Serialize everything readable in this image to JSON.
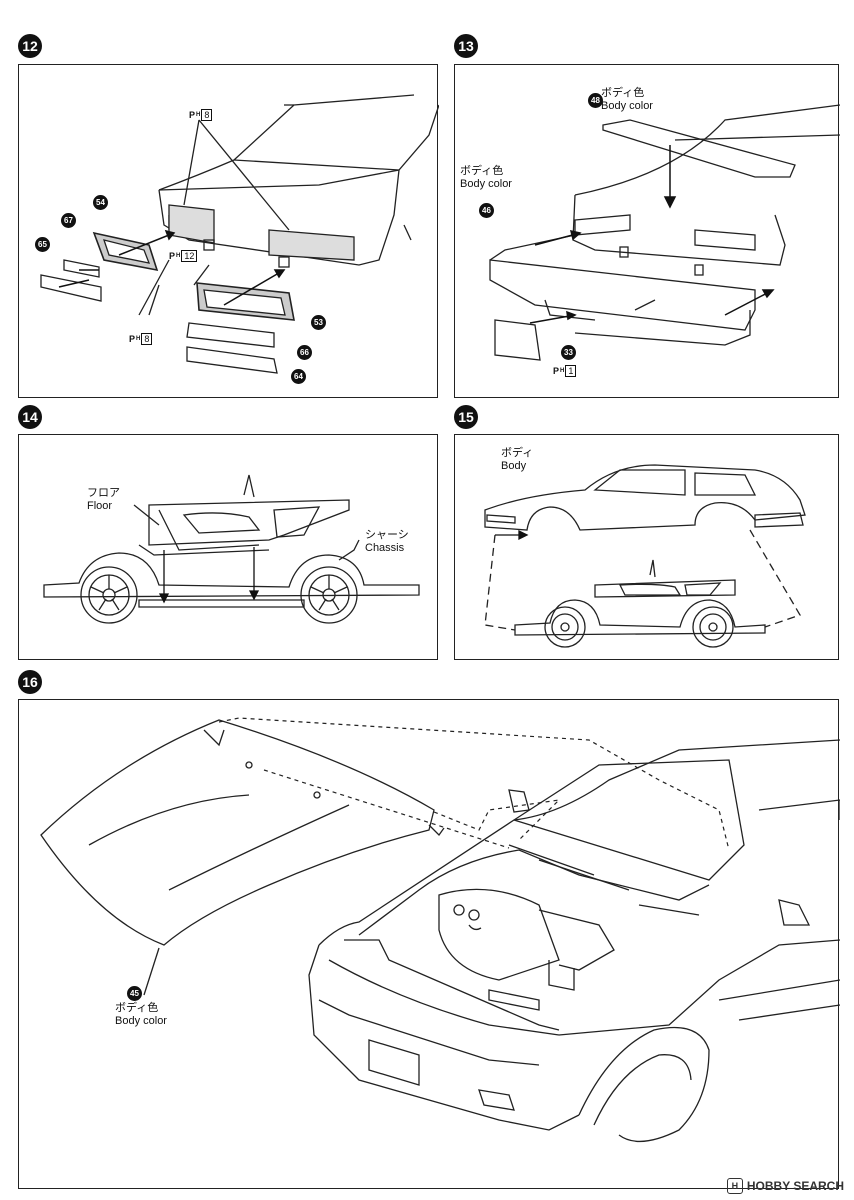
{
  "steps": {
    "s12": {
      "number": "12",
      "ph_a": {
        "prefix": "P",
        "sub": "H",
        "value": "8"
      },
      "ph_b": {
        "prefix": "P",
        "sub": "H",
        "value": "12"
      },
      "ph_c": {
        "prefix": "P",
        "sub": "H",
        "value": "8"
      },
      "parts": [
        "54",
        "67",
        "65",
        "53",
        "66",
        "64"
      ]
    },
    "s13": {
      "number": "13",
      "body_color_jp": "ボディ色",
      "body_color_en": "Body color",
      "parts": [
        "48",
        "46",
        "33"
      ],
      "ph": {
        "prefix": "P",
        "sub": "H",
        "value": "1"
      }
    },
    "s14": {
      "number": "14",
      "floor_jp": "フロア",
      "floor_en": "Floor",
      "chassis_jp": "シャーシ",
      "chassis_en": "Chassis"
    },
    "s15": {
      "number": "15",
      "body_jp": "ボディ",
      "body_en": "Body"
    },
    "s16": {
      "number": "16",
      "part": "45",
      "body_color_jp": "ボディ色",
      "body_color_en": "Body color"
    }
  },
  "watermark": {
    "logo": "H",
    "text": "HOBBY SEARCH"
  }
}
